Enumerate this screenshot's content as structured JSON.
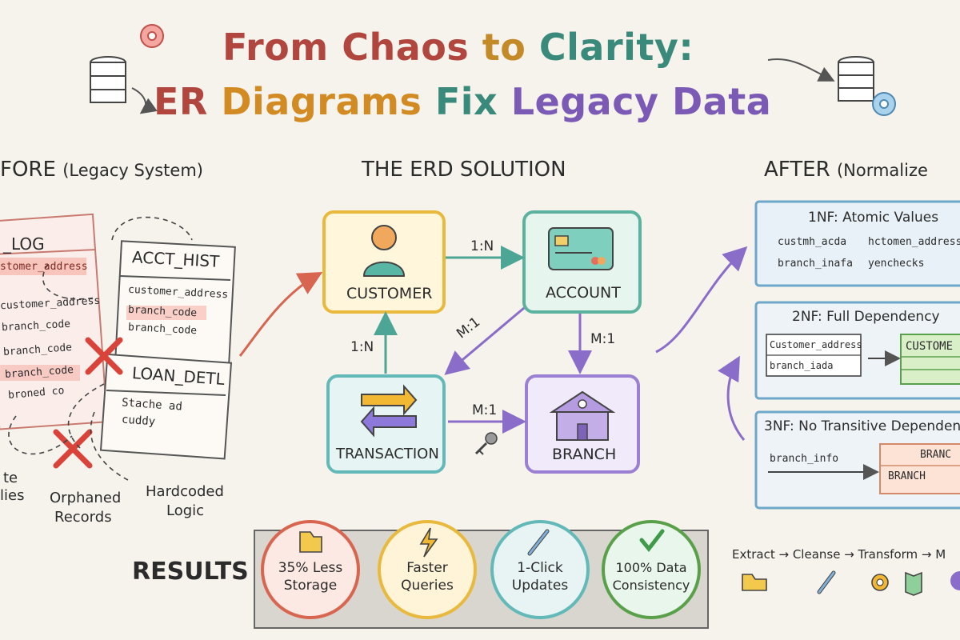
{
  "title": {
    "line1_a": "From Chaos",
    "line1_b": "to",
    "line1_c": "Clarity:",
    "line2_a": "ER",
    "line2_b": "Diagrams",
    "line2_c": "Fix",
    "line2_d": "Legacy Data"
  },
  "before": {
    "heading": "FORE",
    "subheading": "(Legacy System)",
    "table1": {
      "name": "_LOG",
      "rows": [
        "stomer_address",
        "customer_address",
        "branch_code",
        "branch_code",
        "branch_code",
        "broned co"
      ]
    },
    "table2": {
      "name": "ACCT_HIST",
      "rows": [
        "customer_address",
        "branch_code",
        "branch_code"
      ]
    },
    "table3": {
      "name": "LOAN_DETL",
      "rows": [
        "Stache ad",
        "cuddy"
      ]
    },
    "issues": {
      "dup_line1": "te",
      "dup_line2": "lies",
      "orphaned_line1": "Orphaned",
      "orphaned_line2": "Records",
      "hardcoded_line1": "Hardcoded",
      "hardcoded_line2": "Logic"
    }
  },
  "erd": {
    "heading": "THE ERD SOLUTION",
    "entities": {
      "customer": "CUSTOMER",
      "account": "ACCOUNT",
      "transaction": "TRANSACTION",
      "branch": "BRANCH"
    },
    "relations": {
      "customer_account": "1:N",
      "account_transaction": "M:1",
      "account_branch": "M:1",
      "transaction_customer": "1:N",
      "transaction_branch": "M:1"
    }
  },
  "after": {
    "heading": "AFTER",
    "subheading": "(Normalize",
    "nf1": {
      "title": "1NF: Atomic Values",
      "cells": [
        "custmh_acda",
        "hctomen_address",
        "branch_inafa",
        "yenchecks"
      ]
    },
    "nf2": {
      "title": "2NF: Full Dependency",
      "left_rows": [
        "Customer_address",
        "branch_iada"
      ],
      "right": "CUSTOME"
    },
    "nf3": {
      "title": "3NF: No Transitive Dependenc",
      "left": "branch_info",
      "right_top": "BRANC",
      "right_bottom": "BRANCH"
    }
  },
  "results": {
    "heading": "RESULTS",
    "items": [
      {
        "line1": "35% Less",
        "line2": "Storage",
        "icon": "folder-icon"
      },
      {
        "line1": "Faster",
        "line2": "Queries",
        "icon": "lightning-icon"
      },
      {
        "line1": "1-Click",
        "line2": "Updates",
        "icon": "pen-icon"
      },
      {
        "line1": "100% Data",
        "line2": "Consistency",
        "icon": "checkmark-icon"
      }
    ]
  },
  "pipeline": {
    "text": "Extract → Cleanse → Transform → M"
  },
  "colors": {
    "customer": "#f2c94c",
    "account": "#6fc3b0",
    "transaction": "#7cc7c7",
    "branch": "#a98fd6",
    "red": "#e05a4e",
    "purple": "#8a6cc9"
  }
}
